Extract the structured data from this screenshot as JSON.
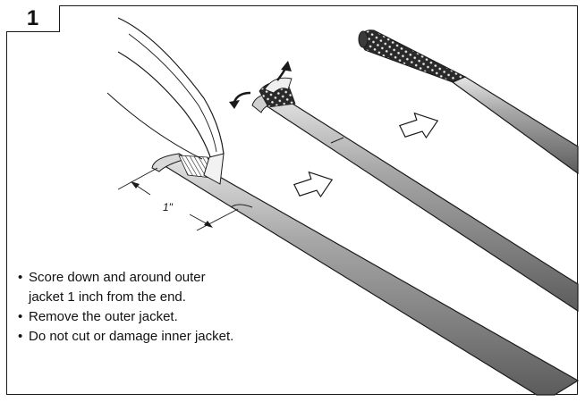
{
  "step": {
    "number": "1"
  },
  "measurement": {
    "label": "1\""
  },
  "instructions": [
    {
      "line1": "Score down and around outer",
      "line2": "jacket 1 inch from the end."
    },
    {
      "line1": "Remove the outer jacket."
    },
    {
      "line1": "Do not cut or damage inner jacket."
    }
  ],
  "colors": {
    "jacket": "#8c8c8c",
    "jacket_highlight": "#d4d4d4",
    "jacket_shadow": "#5a5a5a",
    "outline": "#1a1a1a"
  }
}
